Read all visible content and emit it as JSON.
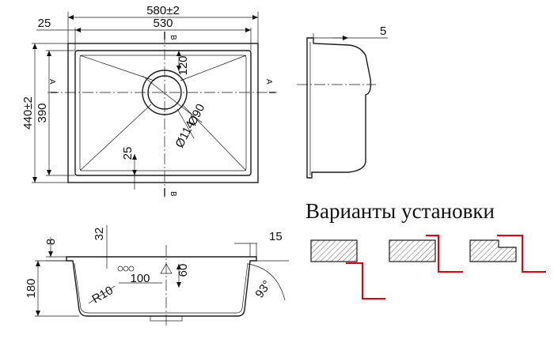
{
  "top_view": {
    "overall_width": "580±2",
    "inner_width": "530",
    "flange": "25",
    "overall_height": "440±2",
    "inner_height": "390",
    "drain_offset": "120",
    "bottom_offset": "25",
    "drain_dia_inner": "Ø90",
    "drain_dia_outer": "Ø114",
    "section_a": "A",
    "section_b": "B"
  },
  "side_view": {
    "rim_offset": "5"
  },
  "section_view": {
    "rim_thickness": "8",
    "rim_width": "15",
    "top_depth": "32",
    "depth": "180",
    "corner_radius": "R10",
    "overflow_width": "100",
    "overflow_height": "60",
    "wall_angle": "93°"
  },
  "installation": {
    "title": "Варианты установки",
    "accent_color": "#e3000f"
  }
}
